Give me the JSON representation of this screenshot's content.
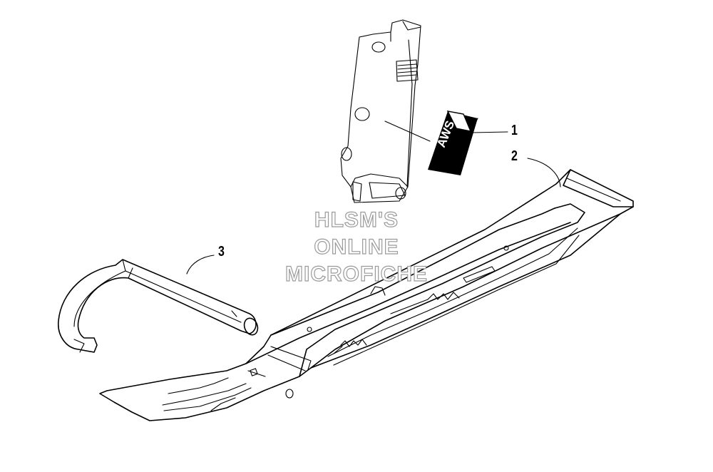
{
  "callouts": [
    {
      "label": "1",
      "part": "decal"
    },
    {
      "label": "2",
      "part": "ski"
    },
    {
      "label": "3",
      "part": "ski-loop"
    }
  ],
  "decal": {
    "text": "AWS"
  },
  "watermark": {
    "line1": "HLSM'S",
    "line2": "ONLINE",
    "line3": "MICROFICHE"
  }
}
